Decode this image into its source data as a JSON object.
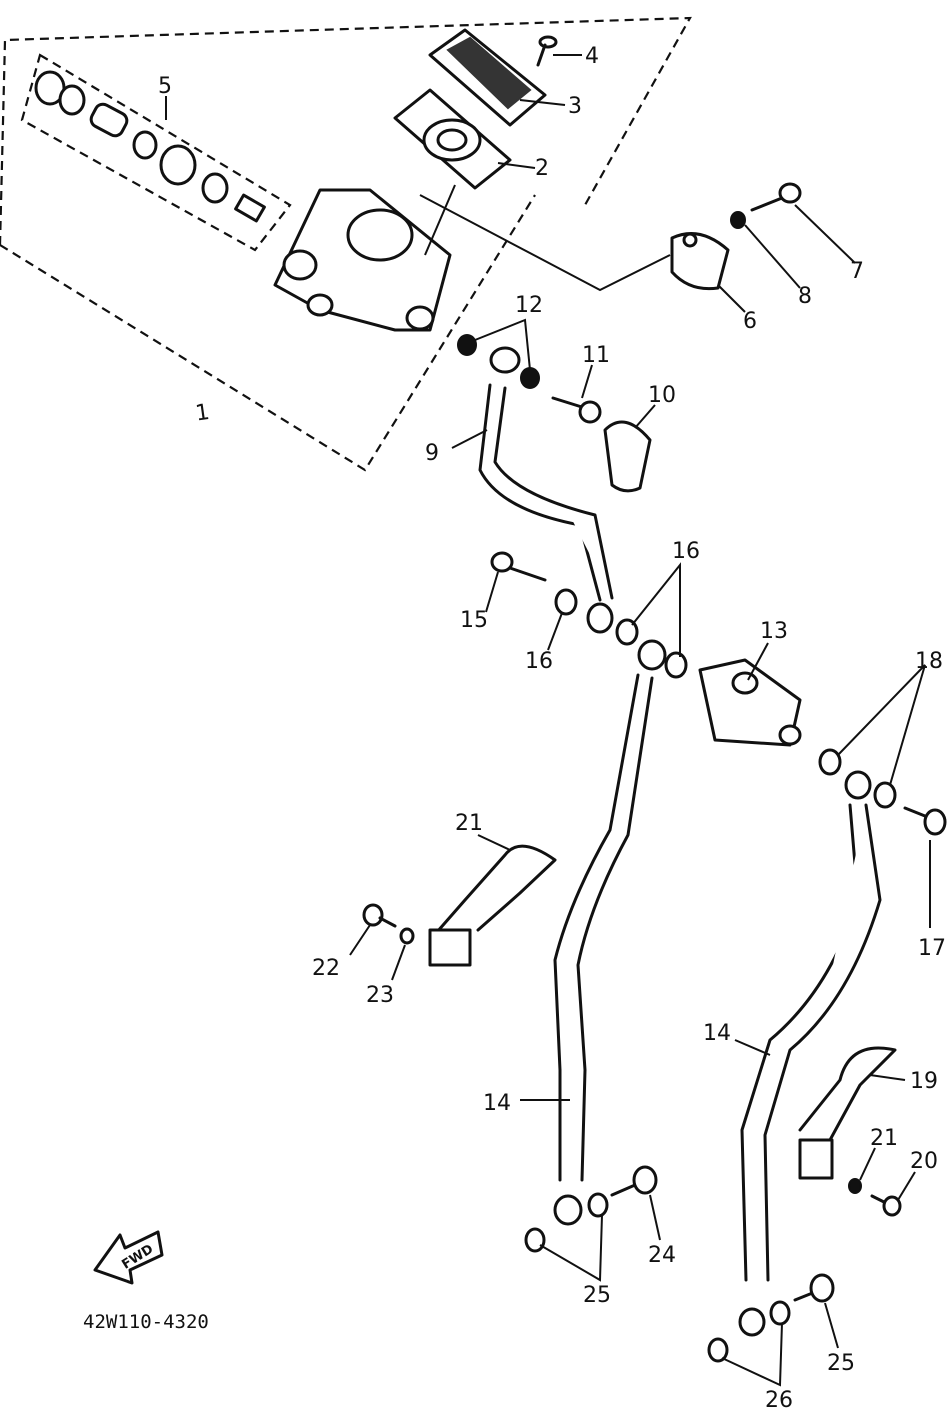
{
  "diagram": {
    "part_code": "42W110-4320",
    "forward_arrow_label": "FWD",
    "callouts": [
      "1",
      "2",
      "3",
      "4",
      "5",
      "6",
      "7",
      "8",
      "9",
      "10",
      "11",
      "12",
      "13",
      "14",
      "14",
      "14",
      "15",
      "16",
      "16",
      "16",
      "17",
      "18",
      "19",
      "20",
      "21",
      "22",
      "23",
      "24",
      "25",
      "25",
      "26",
      "26"
    ]
  }
}
